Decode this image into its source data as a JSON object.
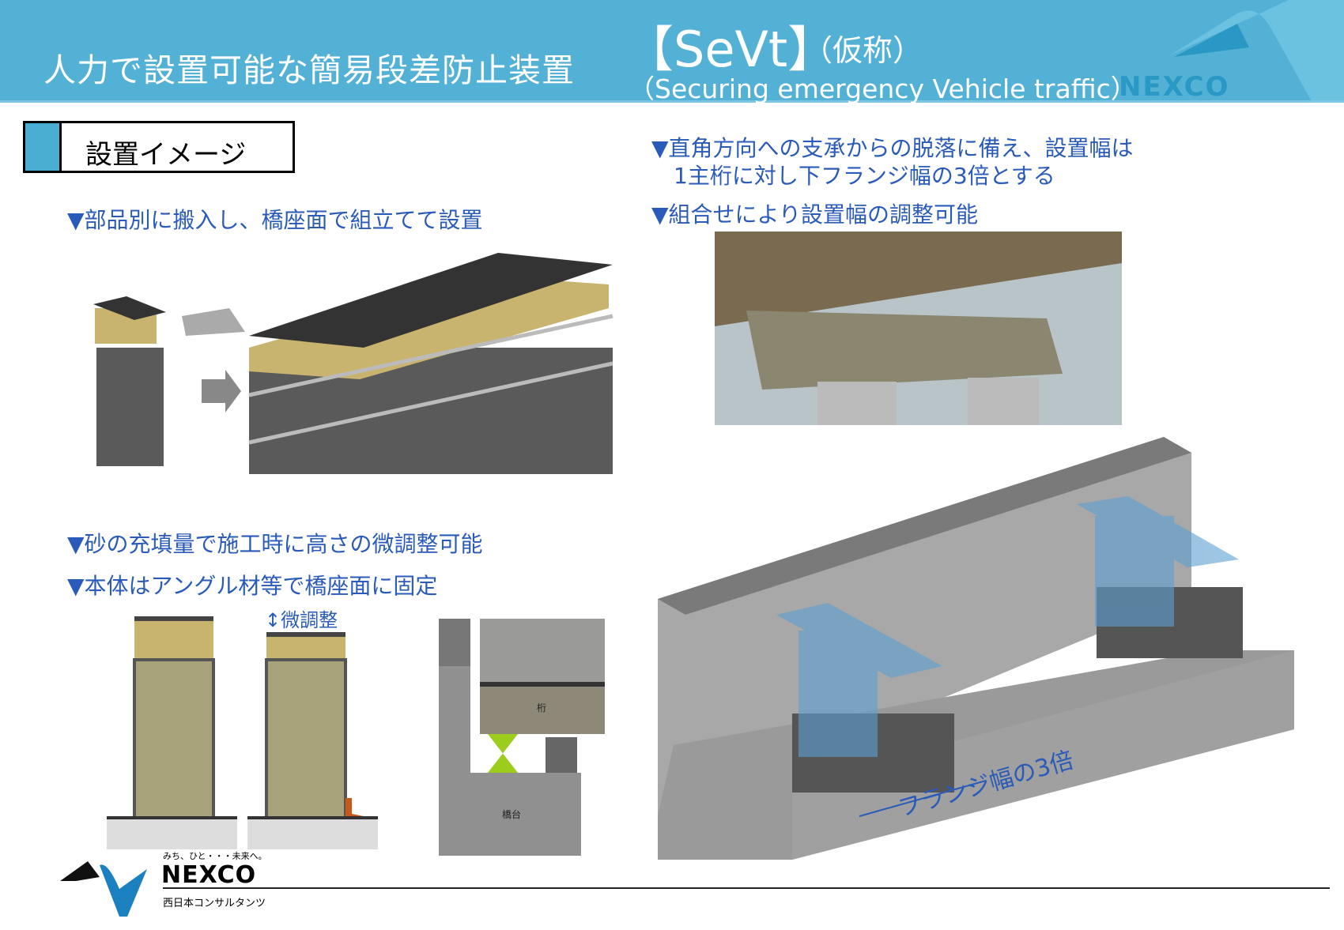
{
  "header": {
    "title": "人力で設置可能な簡易段差防止装置",
    "product": "【SeVt】",
    "product_note": "（仮称）",
    "english": "（Securing emergency Vehicle traffic）",
    "logo": "NEXCO"
  },
  "section": {
    "title": "設置イメージ"
  },
  "bullets_left": [
    "▼部品別に搬入し、橋座面で組立てて設置",
    "▼砂の充填量で施工時に高さの微調整可能",
    "▼本体はアングル材等で橋座面に固定"
  ],
  "bullets_right": [
    "▼直角方向への支承からの脱落に備え、設置幅は",
    "1主桁に対し下フランジ幅の3倍とする",
    "▼組合せにより設置幅の調整可能"
  ],
  "diagram": {
    "adjust_label": "微調整",
    "girder_label": "桁",
    "abutment_label": "橋台",
    "width_label": "フランジ幅の3倍"
  },
  "footer": {
    "slogan": "みち、ひと・・・未来へ。",
    "brand": "NEXCO",
    "company": "西日本コンサルタンツ"
  },
  "colors": {
    "header": "#54b1d6",
    "bullet": "#2a5bb8",
    "accent": "#4aaed3"
  }
}
